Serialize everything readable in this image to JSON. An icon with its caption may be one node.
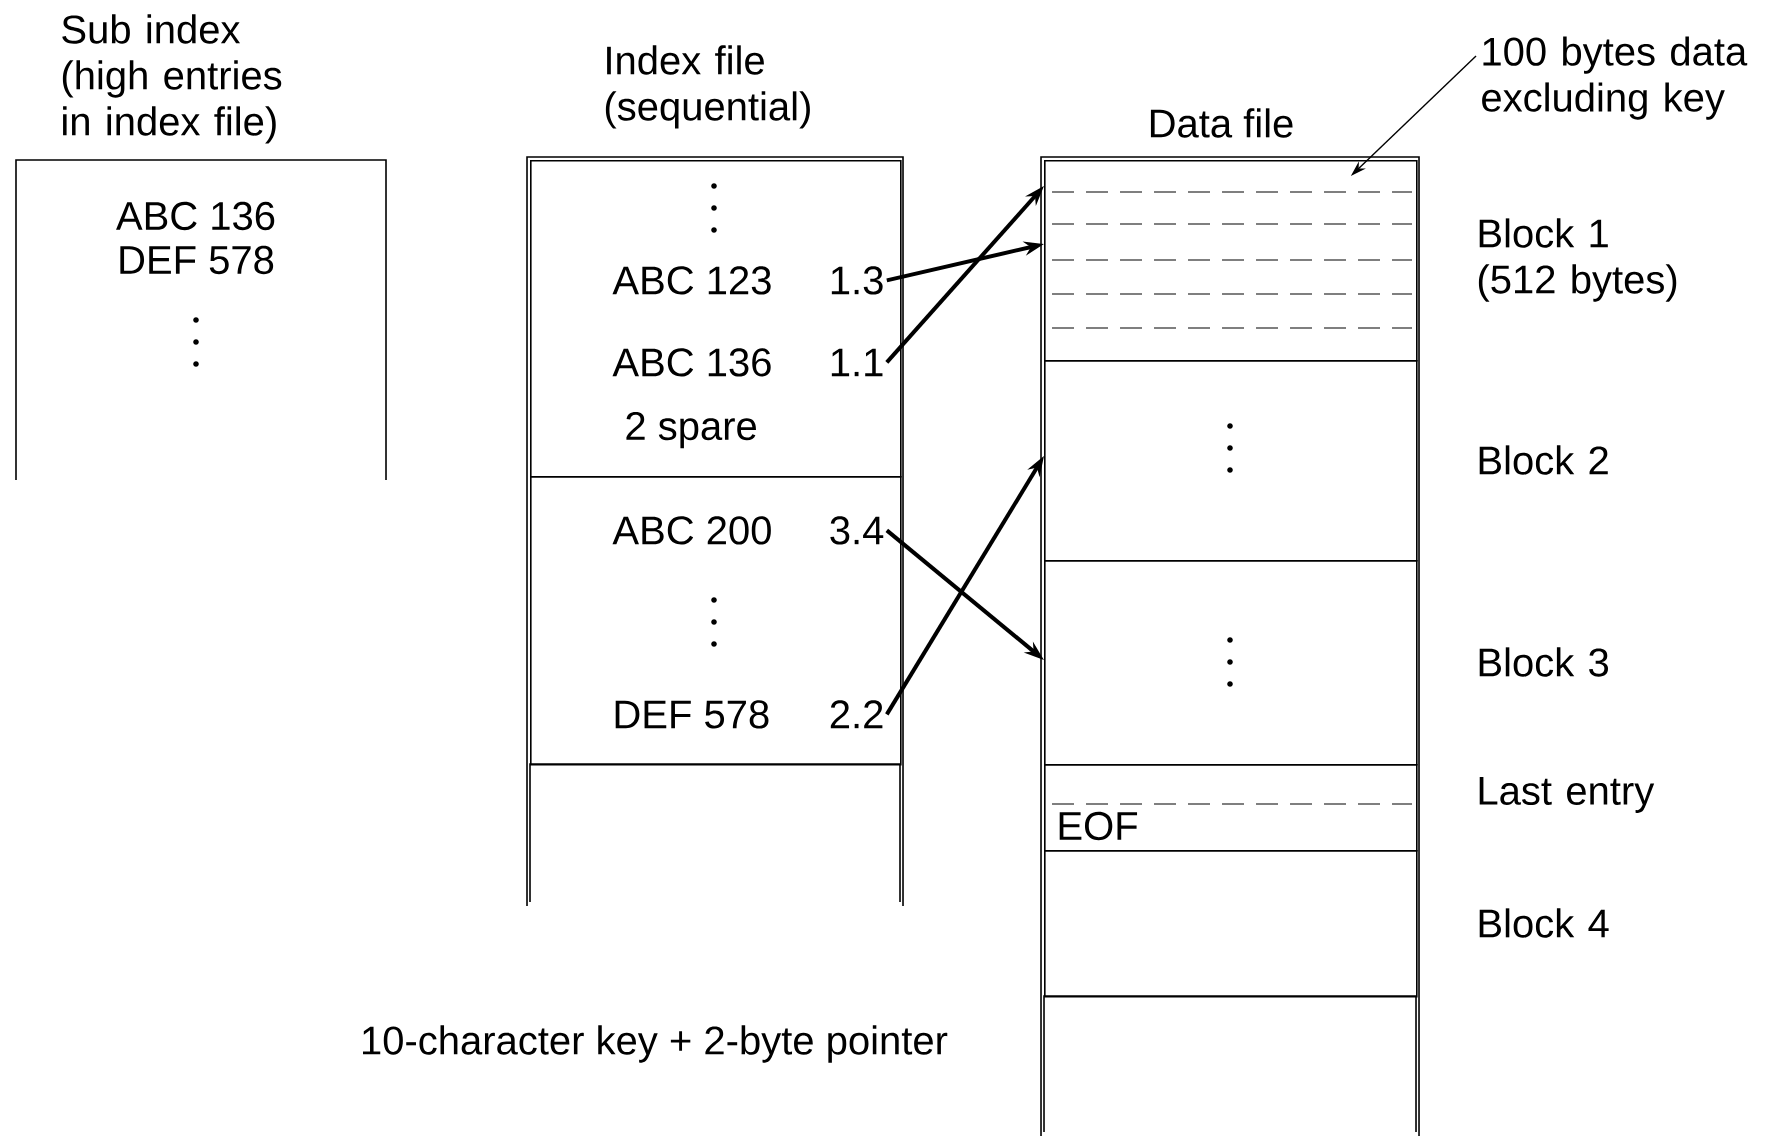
{
  "diagram": {
    "nodes": [
      {
        "text": [
          "Sub index (high entries in index file)",
          "ABC 136",
          "DEF 578"
        ]
      },
      {
        "text": [
          "Index file (sequential)"
        ]
      },
      {
        "text": [
          "2 spare"
        ],
        "in": 1
      },
      {
        "text": [
          "ABC 123",
          "1.3"
        ],
        "in": 2
      },
      {
        "text": [
          "ABC 136",
          "1.1"
        ],
        "in": 2
      },
      {
        "text": [],
        "shape": "box",
        "in": 1
      },
      {
        "text": [
          "ABC 200",
          "3.4"
        ],
        "in": 5
      },
      {
        "text": [
          "DEF 578",
          "2.2"
        ],
        "in": 5
      },
      {
        "text": [],
        "shape": "box",
        "in": 1
      },
      {
        "text": [
          "Data file"
        ]
      },
      {
        "text": [
          "100 bytes data excluding key"
        ]
      },
      {
        "text": [],
        "shape": "box",
        "in": 9,
        "beside": [
          "Block 1 (512 bytes)"
        ]
      },
      {
        "text": [],
        "shape": "bar",
        "in": 11
      },
      {
        "text": [],
        "shape": "box",
        "in": 9,
        "beside": [
          "Block 2"
        ]
      },
      {
        "text": [],
        "shape": "box",
        "in": 9,
        "beside": [
          "Block 3"
        ]
      },
      {
        "text": [
          "EOF"
        ],
        "in": 9,
        "beside": [
          "Last entry"
        ]
      },
      {
        "text": [],
        "shape": "box",
        "in": 9,
        "beside": [
          "Block 4"
        ]
      },
      {
        "text": [],
        "shape": "box",
        "in": 9
      }
    ],
    "edges": [
      {
        "from": 3,
        "to": 11,
        "arrow": "to"
      },
      {
        "from": 4,
        "to": 11,
        "arrow": "to"
      },
      {
        "from": 6,
        "to": 14,
        "arrow": "to"
      },
      {
        "from": 7,
        "to": 13,
        "arrow": "to"
      },
      {
        "from": 10,
        "to": 12,
        "arrow": "to"
      }
    ],
    "labels": [
      "10-character key + 2-byte pointer"
    ]
  }
}
